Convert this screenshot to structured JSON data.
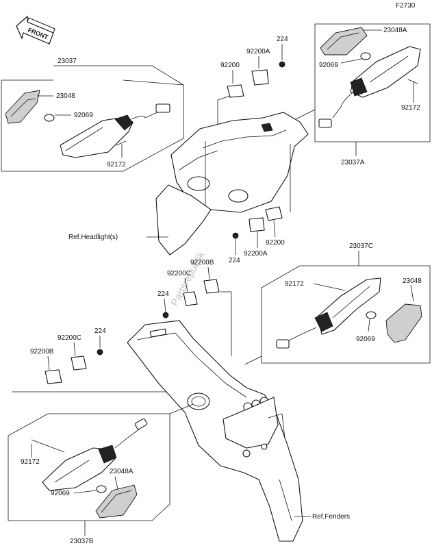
{
  "figure_code": "F2730",
  "front_arrow": {
    "label": "FRONT"
  },
  "watermark": "Partsrepublik",
  "groups": {
    "top_left": {
      "assembly": "23037",
      "lens": "23048",
      "bulb": "92069",
      "screw": "92172"
    },
    "top_right": {
      "assembly": "23037A",
      "lens": "23048A",
      "bulb": "92069",
      "screw": "92172"
    },
    "mid_right": {
      "assembly": "23037C",
      "lens": "23048",
      "bulb": "92069",
      "screw": "92172"
    },
    "bottom_left": {
      "assembly": "23037B",
      "lens": "23048A",
      "bulb": "92069",
      "screw": "92172"
    }
  },
  "fasteners": {
    "upper_nut": "224",
    "upper_clip_a": "92200A",
    "upper_clip": "92200",
    "lower_front_nut": "224",
    "lower_front_clip_a": "92200A",
    "lower_front_clip": "92200",
    "rear_upper_nut": "224",
    "rear_upper_clip_c": "92200C",
    "rear_upper_clip_b": "92200B",
    "rear_lower_nut": "224",
    "rear_lower_clip_c": "92200C",
    "rear_lower_clip_b": "92200B"
  },
  "references": {
    "headlight": "Ref.Headlight(s)",
    "fenders": "Ref.Fenders"
  }
}
